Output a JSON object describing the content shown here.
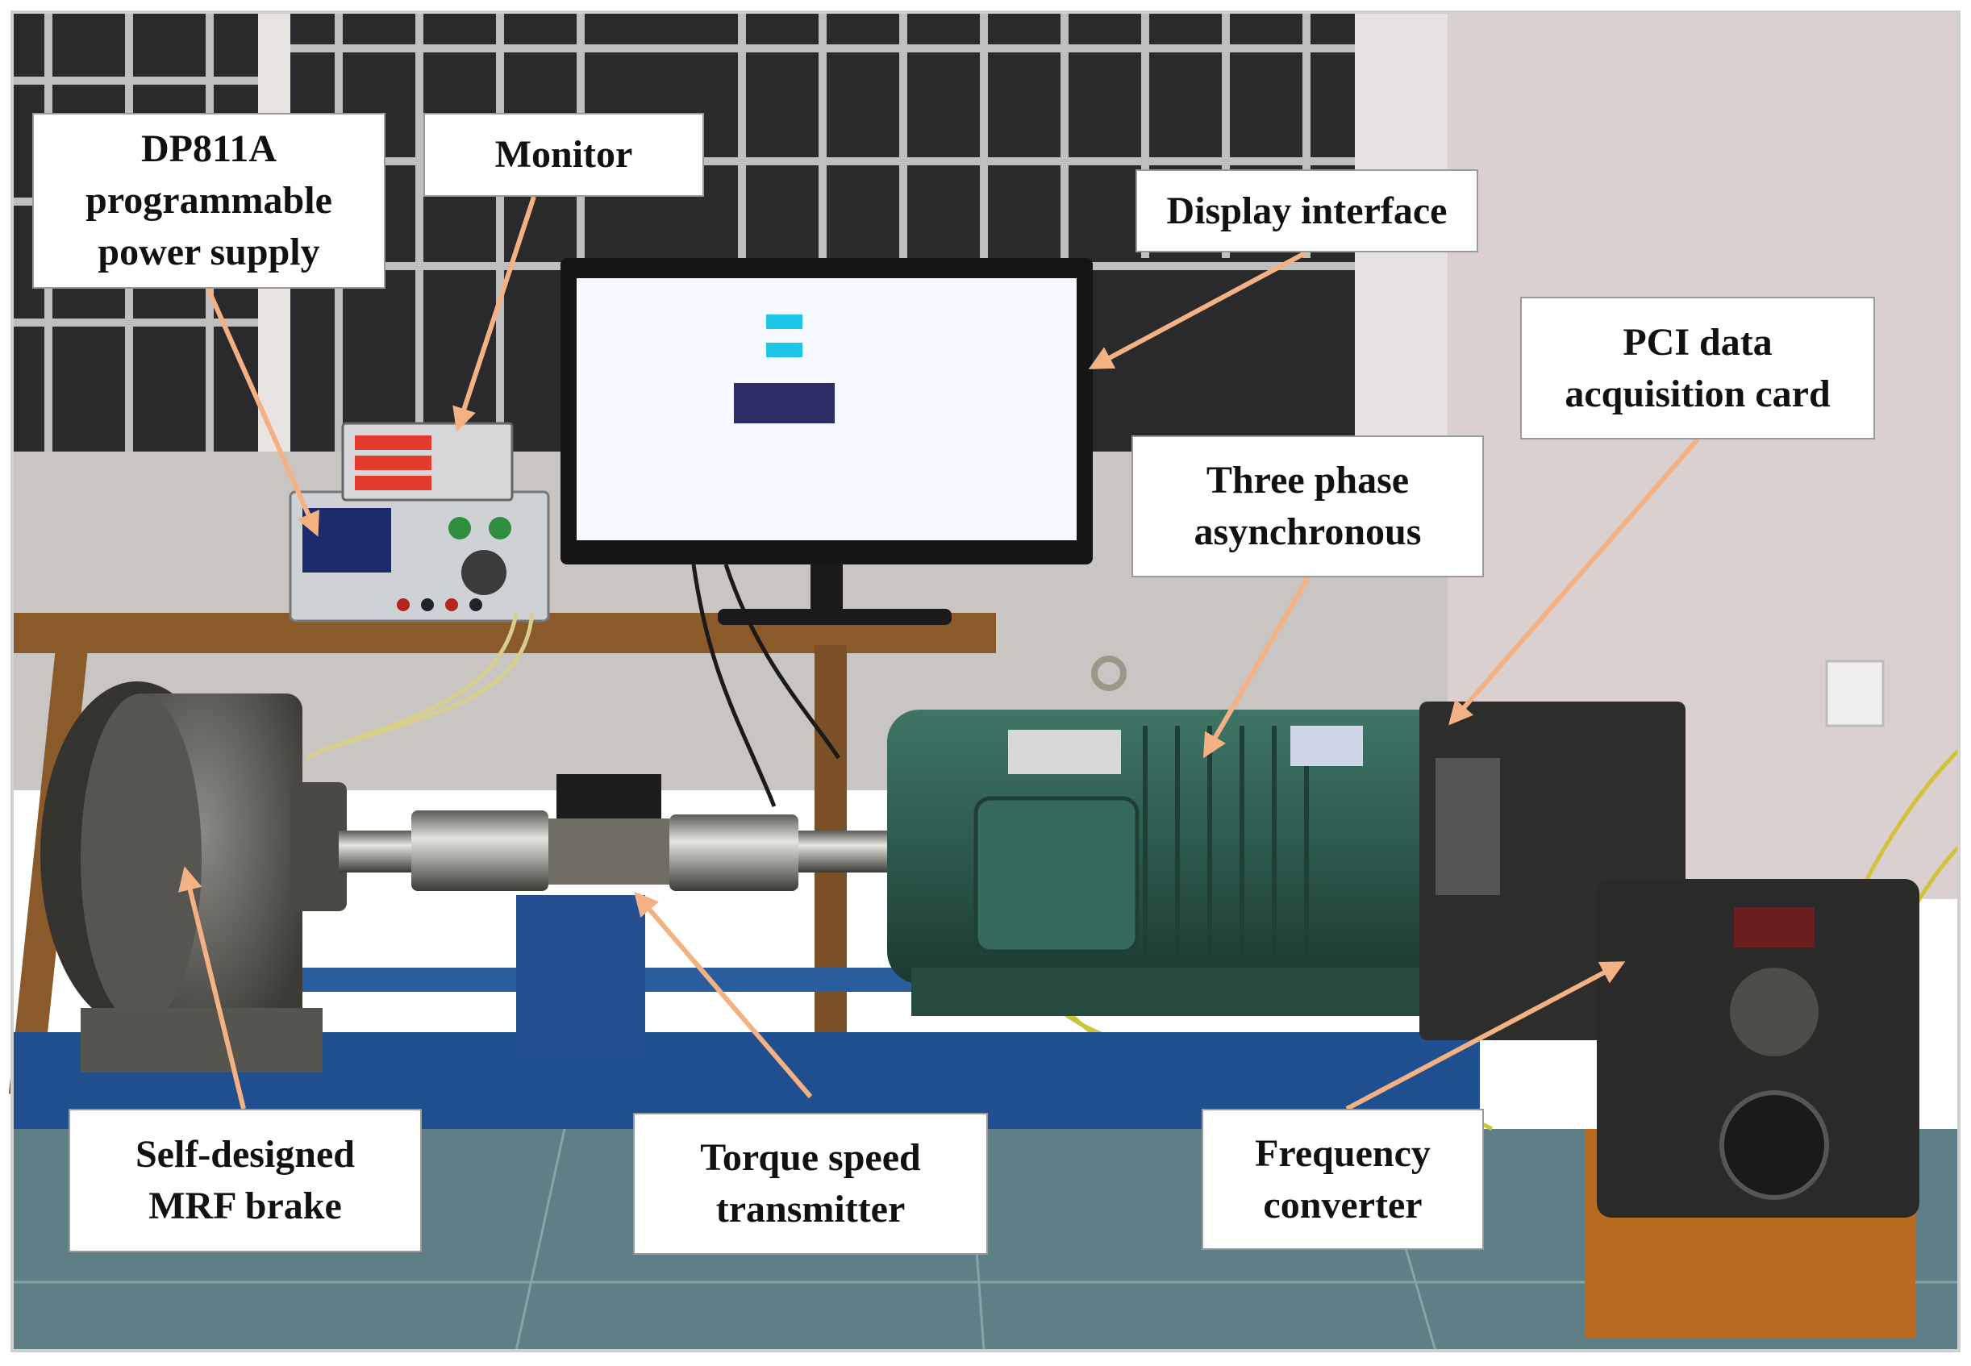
{
  "figure": {
    "subject": "MRF brake test bench photograph",
    "labels": {
      "power_supply": [
        "DP811A",
        "programmable",
        "power supply"
      ],
      "monitor": [
        "Monitor"
      ],
      "display_interface": [
        "Display interface"
      ],
      "pci_card": [
        "PCI data",
        "acquisition card"
      ],
      "motor": [
        "Three phase",
        "asynchronous"
      ],
      "brake": [
        "Self-designed",
        "MRF brake"
      ],
      "transmitter": [
        "Torque speed",
        "transmitter"
      ],
      "frequency_converter": [
        "Frequency",
        "converter"
      ]
    },
    "colors": {
      "arrow": "#f4b183",
      "motor": "#2d5a4e",
      "frame": "#1f4f8f",
      "floor": "#5f7f86",
      "wall": "#d9d0cf",
      "screen": "#f6f8ff"
    }
  }
}
